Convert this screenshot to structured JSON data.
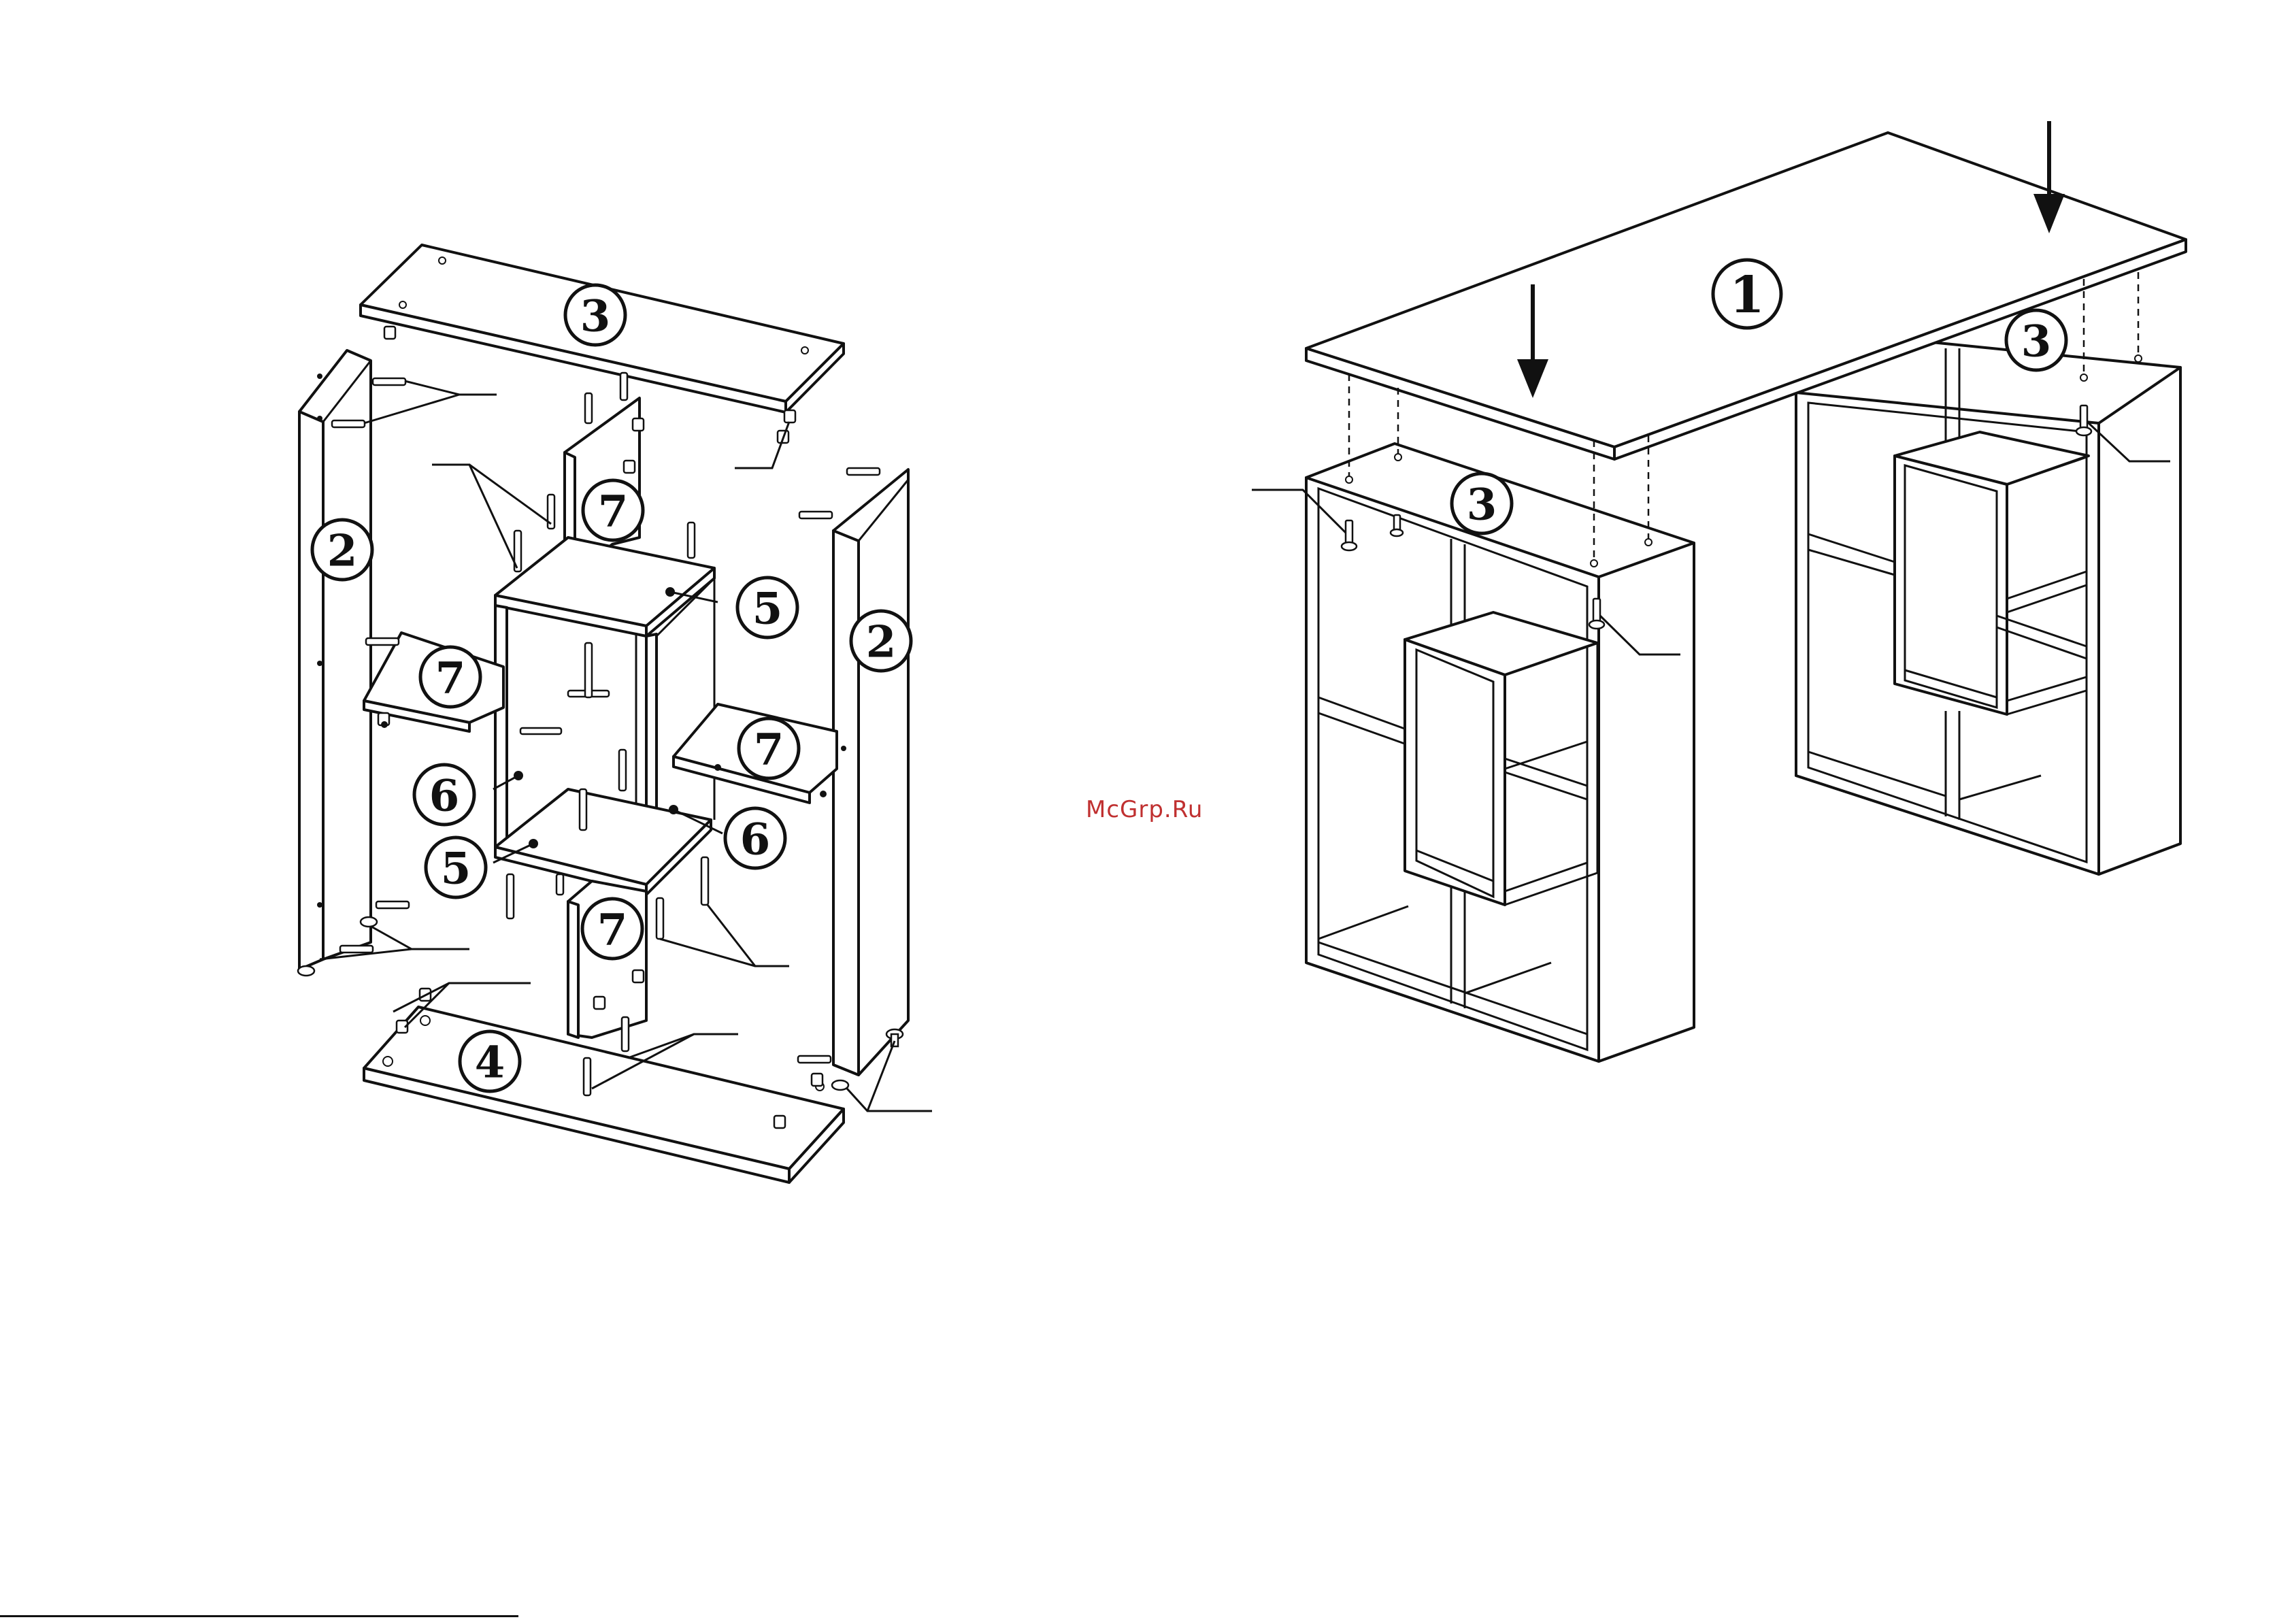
{
  "watermark": "McGrp.Ru",
  "part_labels": {
    "p1": "1",
    "p2": "2",
    "p3": "3",
    "p4": "4",
    "p5": "5",
    "p6": "6",
    "p7": "7"
  },
  "colors": {
    "ink": "#111111",
    "paper": "#ffffff",
    "watermark": "#c03030"
  }
}
